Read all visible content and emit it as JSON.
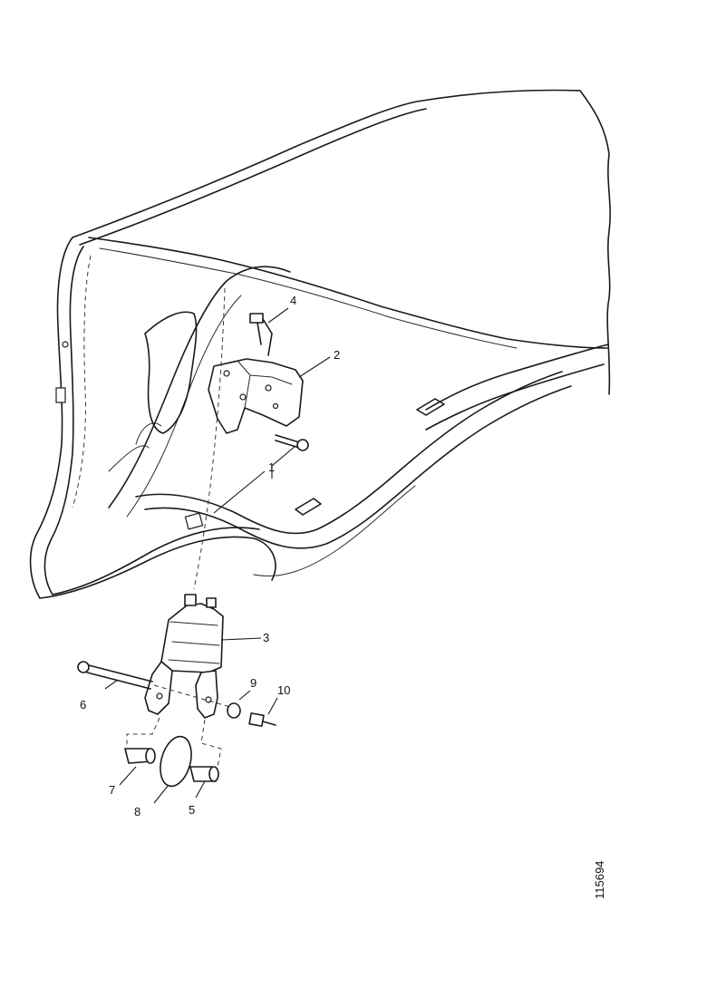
{
  "figure": {
    "code": "115694"
  },
  "callouts": [
    {
      "id": "c1",
      "text": "1"
    },
    {
      "id": "c2",
      "text": "2"
    },
    {
      "id": "c3",
      "text": "3"
    },
    {
      "id": "c4",
      "text": "4"
    },
    {
      "id": "c5",
      "text": "5"
    },
    {
      "id": "c6",
      "text": "6"
    },
    {
      "id": "c7",
      "text": "7"
    },
    {
      "id": "c8",
      "text": "8"
    },
    {
      "id": "c9",
      "text": "9"
    },
    {
      "id": "c10",
      "text": "10"
    }
  ]
}
